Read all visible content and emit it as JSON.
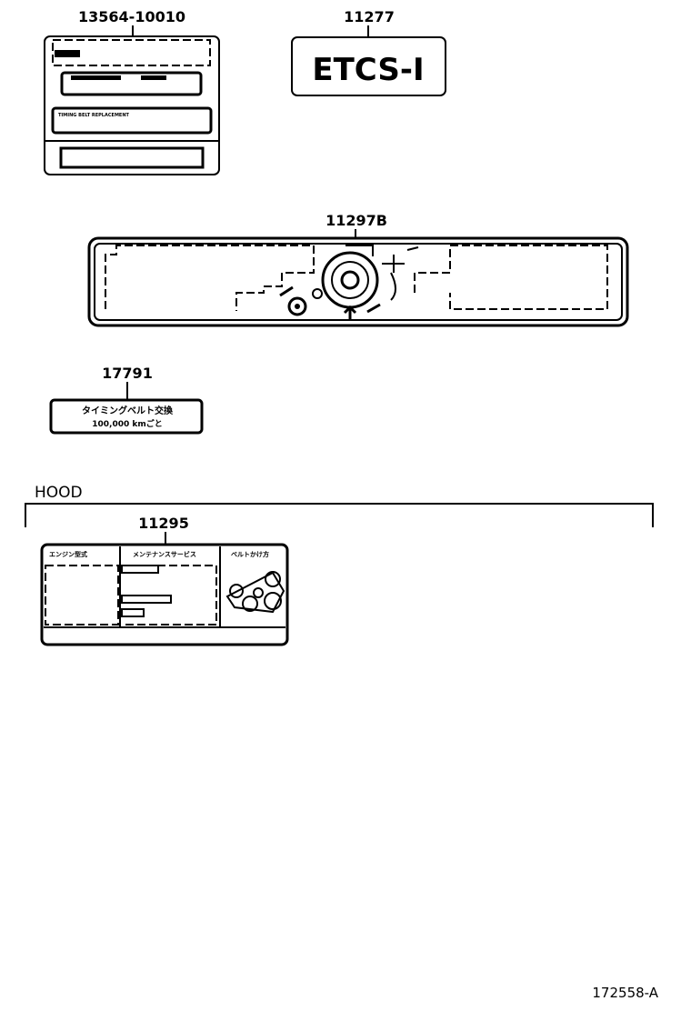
{
  "parts": {
    "p1": {
      "number": "13564-10010",
      "label_text": "TIMING BELT REPLACEMENT"
    },
    "p2": {
      "number": "11277",
      "label_text": "ETCS-I"
    },
    "p3": {
      "number": "11297B"
    },
    "p4": {
      "number": "17791",
      "line1": "タイミングベルト交換",
      "line2": "100,000 kmごと"
    },
    "p5": {
      "number": "11295",
      "col1": "エンジン型式",
      "col2": "メンテナンスサービス",
      "col3": "ベルトかけ方"
    }
  },
  "section": {
    "title": "HOOD"
  },
  "figure_id": "172558-A"
}
